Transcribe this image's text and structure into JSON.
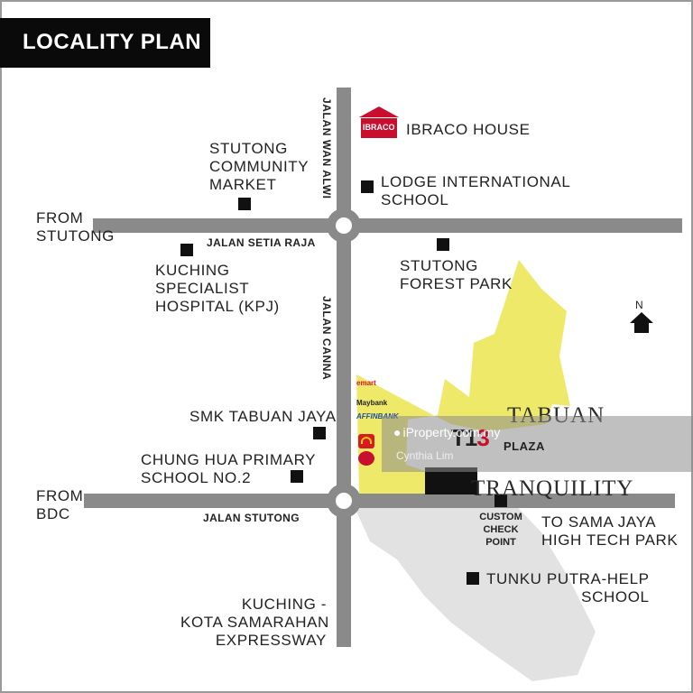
{
  "title": "LOCALITY PLAN",
  "from_labels": {
    "stutong": "FROM\nSTUTONG",
    "bdc": "FROM\nBDC"
  },
  "roads": {
    "jalan_wan_alwi": "JALAN WAN ALWI",
    "jalan_setia_raja": "JALAN SETIA RAJA",
    "jalan_canna": "JALAN CANNA",
    "jalan_stutong": "JALAN STUTONG"
  },
  "places": {
    "ibraco_house": "IBRACO HOUSE",
    "ibraco_logo": "IBRACO",
    "stutong_market": "STUTONG\nCOMMUNITY\nMARKET",
    "lodge_school": "LODGE INTERNATIONAL\nSCHOOL",
    "kpj": "KUCHING\nSPECIALIST\nHOSPITAL (KPJ)",
    "forest_park": "STUTONG\nFOREST PARK",
    "smk": "SMK TABUAN JAYA",
    "chung_hua": "CHUNG HUA PRIMARY\nSCHOOL NO.2",
    "custom_check": "CUSTOM\nCHECK\nPOINT",
    "sama_jaya": "TO SAMA JAYA\nHIGH TECH PARK",
    "tunku_putra": "TUNKU PUTRA-HELP\nSCHOOL",
    "expressway": "KUCHING -\nKOTA SAMARAHAN\nEXPRESSWAY"
  },
  "project": {
    "line1": "TABUAN",
    "line2": "TRANQUILITY"
  },
  "north_label": "N",
  "plaza": {
    "logo_t": "T",
    "logo_1": "1",
    "logo_3": "3",
    "label": "PLAZA"
  },
  "shop_logos": [
    "emart",
    "Maybank",
    "AFFINBANK"
  ],
  "watermark": {
    "brand": "iProperty.com.my",
    "agent": "Cynthia Lim"
  },
  "colors": {
    "road": "#8a8a8a",
    "project_area": "#efe96a",
    "grey_area": "#e2e2e2",
    "title_bg": "#0a0a0a"
  }
}
